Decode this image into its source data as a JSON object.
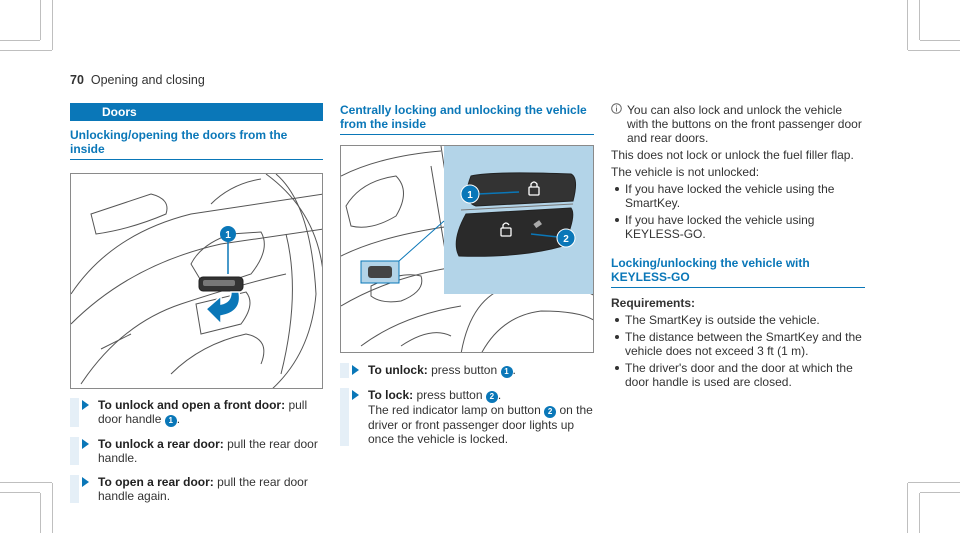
{
  "page": {
    "number": "70",
    "chapter": "Opening and closing"
  },
  "left": {
    "section_bar": "Doors",
    "heading": "Unlocking/opening the doors from the inside",
    "figure": {
      "callout_1": "1"
    },
    "steps": [
      {
        "bold": "To unlock and open a front door:",
        "text_a": " pull door handle ",
        "num": "1",
        "text_b": "."
      },
      {
        "bold": "To unlock a rear door:",
        "text_a": " pull the rear door handle."
      },
      {
        "bold": "To open a rear door:",
        "text_a": " pull the rear door handle again."
      }
    ]
  },
  "middle": {
    "heading": "Centrally locking and unlocking the vehicle from the inside",
    "figure": {
      "callout_1": "1",
      "callout_2": "2"
    },
    "steps": [
      {
        "bold": "To unlock:",
        "text_a": " press button ",
        "num": "1",
        "text_b": "."
      },
      {
        "bold": "To lock:",
        "text_a": " press button ",
        "num": "2",
        "text_b": ".",
        "text_c": "The red indicator lamp on button ",
        "num2": "2",
        "text_d": " on the driver or front passenger door lights up once the vehicle is locked."
      }
    ]
  },
  "right": {
    "note": "You can also lock and unlock the vehicle with the buttons on the front passenger door and rear doors.",
    "para1": "This does not lock or unlock the fuel filler flap.",
    "para2": "The vehicle is not unlocked:",
    "bullets1": [
      "If you have locked the vehicle using the SmartKey.",
      "If you have locked the vehicle using KEYLESS-GO."
    ],
    "heading2": "Locking/unlocking the vehicle with KEYLESS-GO",
    "requirements": "Requirements:",
    "bullets2": [
      "The SmartKey is outside the vehicle.",
      "The distance between the SmartKey and the vehicle does not exceed 3 ft (1 m).",
      "The driver's door and the door at which the door handle is used are closed."
    ]
  },
  "colors": {
    "accent": "#0a77b8",
    "step_bar": "#e5eff7",
    "callout_panel": "#b3d4e8"
  },
  "icons": [
    "info-icon",
    "step-arrow-icon",
    "lock-closed-icon",
    "lock-open-icon"
  ]
}
